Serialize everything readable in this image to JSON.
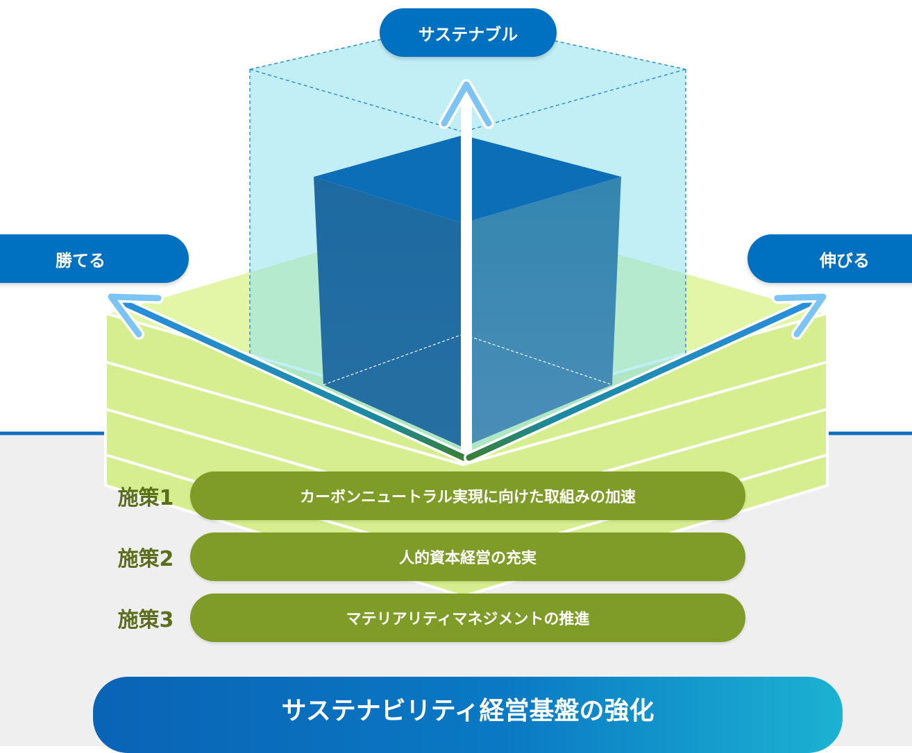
{
  "axes": {
    "top": "サステナブル",
    "left": "勝てる",
    "right": "伸びる"
  },
  "measures": [
    {
      "tag": "施策1",
      "text": "カーボンニュートラル実現に向けた取組みの加速"
    },
    {
      "tag": "施策2",
      "text": "人的資本経営の充実"
    },
    {
      "tag": "施策3",
      "text": "マテリアリティマネジメントの推進"
    }
  ],
  "foundation": "サステナビリティ経営基盤の強化",
  "colors": {
    "pill_blue": "#0070c0",
    "measure_green": "#7f9c28",
    "measure_tag_text": "#5b6e1c",
    "layer_green": "#d8f096",
    "glass_cyan": "#9be4ef",
    "cube_blue": "#1c6fa8",
    "arrow_light_blue": "#7cc4f4",
    "floor_gray": "#efefef"
  }
}
